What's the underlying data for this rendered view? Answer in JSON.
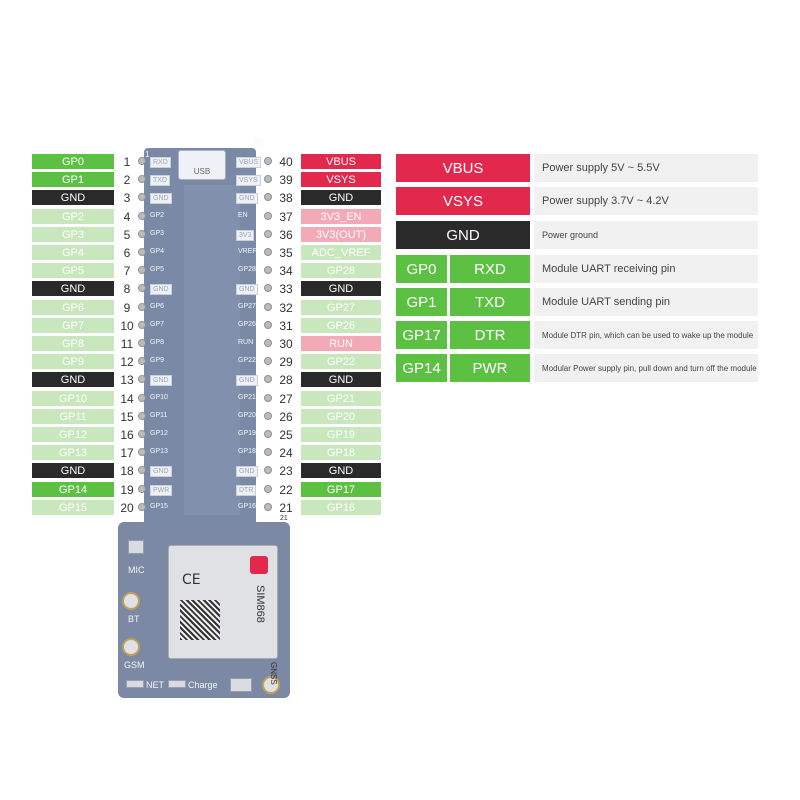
{
  "colors": {
    "power_red": "#e2294d",
    "pink": "#f3a9b6",
    "green": "#5cc043",
    "light_green": "#c9e7bc",
    "ground_black": "#2a2a2a",
    "board_blue": "#7a8aa6"
  },
  "pins_left": [
    {
      "num": "1",
      "label": "GP0",
      "style": "green",
      "silk": "RXD",
      "boxed": true
    },
    {
      "num": "2",
      "label": "GP1",
      "style": "green",
      "silk": "TXD",
      "boxed": true
    },
    {
      "num": "3",
      "label": "GND",
      "style": "black",
      "silk": "GND",
      "boxed": true
    },
    {
      "num": "4",
      "label": "GP2",
      "style": "lgreen",
      "silk": "GP2",
      "boxed": false
    },
    {
      "num": "5",
      "label": "GP3",
      "style": "lgreen",
      "silk": "GP3",
      "boxed": false
    },
    {
      "num": "6",
      "label": "GP4",
      "style": "lgreen",
      "silk": "GP4",
      "boxed": false
    },
    {
      "num": "7",
      "label": "GP5",
      "style": "lgreen",
      "silk": "GP5",
      "boxed": false
    },
    {
      "num": "8",
      "label": "GND",
      "style": "black",
      "silk": "GND",
      "boxed": true
    },
    {
      "num": "9",
      "label": "GP6",
      "style": "lgreen",
      "silk": "GP6",
      "boxed": false
    },
    {
      "num": "10",
      "label": "GP7",
      "style": "lgreen",
      "silk": "GP7",
      "boxed": false
    },
    {
      "num": "11",
      "label": "GP8",
      "style": "lgreen",
      "silk": "GP8",
      "boxed": false
    },
    {
      "num": "12",
      "label": "GP9",
      "style": "lgreen",
      "silk": "GP9",
      "boxed": false
    },
    {
      "num": "13",
      "label": "GND",
      "style": "black",
      "silk": "GND",
      "boxed": true
    },
    {
      "num": "14",
      "label": "GP10",
      "style": "lgreen",
      "silk": "GP10",
      "boxed": false
    },
    {
      "num": "15",
      "label": "GP11",
      "style": "lgreen",
      "silk": "GP11",
      "boxed": false
    },
    {
      "num": "16",
      "label": "GP12",
      "style": "lgreen",
      "silk": "GP12",
      "boxed": false
    },
    {
      "num": "17",
      "label": "GP13",
      "style": "lgreen",
      "silk": "GP13",
      "boxed": false
    },
    {
      "num": "18",
      "label": "GND",
      "style": "black",
      "silk": "GND",
      "boxed": true
    },
    {
      "num": "19",
      "label": "GP14",
      "style": "green",
      "silk": "PWR",
      "boxed": true
    },
    {
      "num": "20",
      "label": "GP15",
      "style": "lgreen",
      "silk": "GP15",
      "boxed": false
    }
  ],
  "pins_right": [
    {
      "num": "40",
      "label": "VBUS",
      "style": "red",
      "silk": "VBUS",
      "boxed": true
    },
    {
      "num": "39",
      "label": "VSYS",
      "style": "red",
      "silk": "VSYS",
      "boxed": true
    },
    {
      "num": "38",
      "label": "GND",
      "style": "black",
      "silk": "GND",
      "boxed": true
    },
    {
      "num": "37",
      "label": "3V3_EN",
      "style": "pink",
      "silk": "EN",
      "boxed": false
    },
    {
      "num": "36",
      "label": "3V3(OUT)",
      "style": "pink",
      "silk": "3V3",
      "boxed": true
    },
    {
      "num": "35",
      "label": "ADC_VREF",
      "style": "lgreen",
      "silk": "VREF",
      "boxed": false
    },
    {
      "num": "34",
      "label": "GP28",
      "style": "lgreen",
      "silk": "GP28",
      "boxed": false
    },
    {
      "num": "33",
      "label": "GND",
      "style": "black",
      "silk": "GND",
      "boxed": true
    },
    {
      "num": "32",
      "label": "GP27",
      "style": "lgreen",
      "silk": "GP27",
      "boxed": false
    },
    {
      "num": "31",
      "label": "GP26",
      "style": "lgreen",
      "silk": "GP26",
      "boxed": false
    },
    {
      "num": "30",
      "label": "RUN",
      "style": "pink",
      "silk": "RUN",
      "boxed": false
    },
    {
      "num": "29",
      "label": "GP22",
      "style": "lgreen",
      "silk": "GP22",
      "boxed": false
    },
    {
      "num": "28",
      "label": "GND",
      "style": "black",
      "silk": "GND",
      "boxed": true
    },
    {
      "num": "27",
      "label": "GP21",
      "style": "lgreen",
      "silk": "GP21",
      "boxed": false
    },
    {
      "num": "26",
      "label": "GP20",
      "style": "lgreen",
      "silk": "GP20",
      "boxed": false
    },
    {
      "num": "25",
      "label": "GP19",
      "style": "lgreen",
      "silk": "GP19",
      "boxed": false
    },
    {
      "num": "24",
      "label": "GP18",
      "style": "lgreen",
      "silk": "GP18",
      "boxed": false
    },
    {
      "num": "23",
      "label": "GND",
      "style": "black",
      "silk": "GND",
      "boxed": true
    },
    {
      "num": "22",
      "label": "GP17",
      "style": "green",
      "silk": "DTR",
      "boxed": true
    },
    {
      "num": "21",
      "label": "GP16",
      "style": "lgreen",
      "silk": "GP16",
      "boxed": false
    }
  ],
  "board": {
    "usb_label": "USB",
    "pin1_label": "1",
    "pin40_label": "40",
    "pin21_label": "21",
    "mic_label": "MIC",
    "bt_label": "BT",
    "gsm_label": "GSM",
    "net_label": "NET",
    "charge_label": "Charge",
    "gnss_label": "GNSS",
    "module_name": "SIM868",
    "module_ce": "CE"
  },
  "legend": [
    {
      "kind": "power",
      "color": "red",
      "name": "VBUS",
      "desc": "Power supply 5V ~ 5.5V",
      "size": 11
    },
    {
      "kind": "power",
      "color": "red",
      "name": "VSYS",
      "desc": "Power supply 3.7V ~ 4.2V",
      "size": 11
    },
    {
      "kind": "power",
      "color": "black",
      "name": "GND",
      "desc": "Power ground",
      "size": 9
    },
    {
      "kind": "pin",
      "gp": "GP0",
      "fn": "RXD",
      "desc": "Module UART receiving pin",
      "size": 11
    },
    {
      "kind": "pin",
      "gp": "GP1",
      "fn": "TXD",
      "desc": "Module UART sending pin",
      "size": 11
    },
    {
      "kind": "pin",
      "gp": "GP17",
      "fn": "DTR",
      "desc": "Module DTR pin, which can be used to wake up the module",
      "size": 8
    },
    {
      "kind": "pin",
      "gp": "GP14",
      "fn": "PWR",
      "desc": "Modular Power supply pin, pull down and turn off the module",
      "size": 8
    }
  ]
}
